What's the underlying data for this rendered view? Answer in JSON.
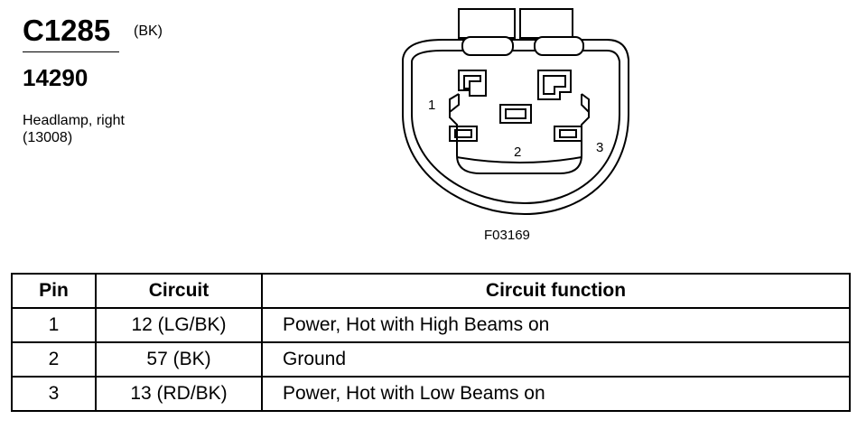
{
  "connector": {
    "id": "C1285",
    "color": "(BK)",
    "part_number": "14290",
    "description_line1": "Headlamp, right",
    "description_line2": "(13008)"
  },
  "diagram": {
    "figure_id": "F03169",
    "pin_labels": [
      "1",
      "2",
      "3"
    ]
  },
  "table": {
    "headers": [
      "Pin",
      "Circuit",
      "Circuit function"
    ],
    "rows": [
      {
        "pin": "1",
        "circuit": "12 (LG/BK)",
        "function": "Power, Hot with High Beams on"
      },
      {
        "pin": "2",
        "circuit": "57 (BK)",
        "function": "Ground"
      },
      {
        "pin": "3",
        "circuit": "13 (RD/BK)",
        "function": "Power, Hot with Low Beams on"
      }
    ]
  }
}
